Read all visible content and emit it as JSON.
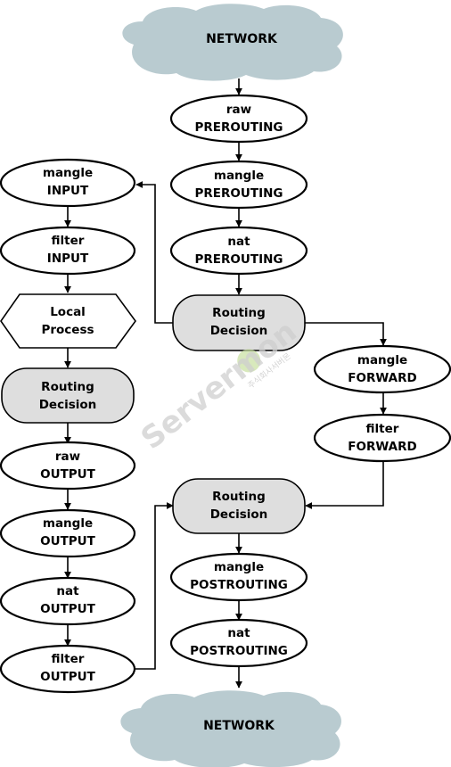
{
  "network_top": "NETWORK",
  "network_bottom": "NETWORK",
  "nodes": {
    "raw_prerouting": [
      "raw",
      "PREROUTING"
    ],
    "mangle_prerouting": [
      "mangle",
      "PREROUTING"
    ],
    "nat_prerouting": [
      "nat",
      "PREROUTING"
    ],
    "routing_decision_1": [
      "Routing",
      "Decision"
    ],
    "mangle_input": [
      "mangle",
      "INPUT"
    ],
    "filter_input": [
      "filter",
      "INPUT"
    ],
    "local_process": [
      "Local",
      "Process"
    ],
    "routing_decision_2": [
      "Routing",
      "Decision"
    ],
    "raw_output": [
      "raw",
      "OUTPUT"
    ],
    "mangle_output": [
      "mangle",
      "OUTPUT"
    ],
    "nat_output": [
      "nat",
      "OUTPUT"
    ],
    "filter_output": [
      "filter",
      "OUTPUT"
    ],
    "mangle_forward": [
      "mangle",
      "FORWARD"
    ],
    "filter_forward": [
      "filter",
      "FORWARD"
    ],
    "routing_decision_3": [
      "Routing",
      "Decision"
    ],
    "mangle_postrouting": [
      "mangle",
      "POSTROUTING"
    ],
    "nat_postrouting": [
      "nat",
      "POSTROUTING"
    ]
  },
  "watermark": {
    "text": "Servermon",
    "sub": "주식회사서버몬"
  },
  "colors": {
    "cloud": "#b9cbd0",
    "decision_fill": "#dedede",
    "watermark_dot": "#c8e0a0"
  }
}
